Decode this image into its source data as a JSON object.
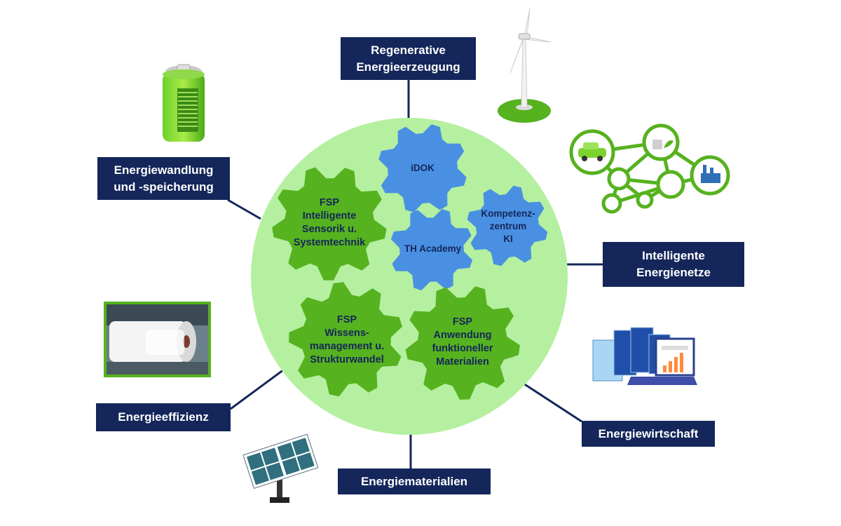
{
  "diagram": {
    "circle_color": "#b4f0a0",
    "box_color": "#14265a",
    "gear_green": "#56b21f",
    "gear_blue": "#4a90e2",
    "labels": {
      "regenerative": [
        "Regenerative",
        "Energieerzeugung"
      ],
      "speicherung": [
        "Energiewandlung",
        "und -speicherung"
      ],
      "netze": [
        "Intelligente",
        "Energienetze"
      ],
      "effizienz": [
        "Energieeffizienz"
      ],
      "wirtschaft": [
        "Energiewirtschaft"
      ],
      "materialien": [
        "Energiematerialien"
      ]
    },
    "gears": {
      "idok": [
        "iDOK"
      ],
      "kompetenz": [
        "Kompetenz-",
        "zentrum",
        "KI"
      ],
      "academy": [
        "TH Academy"
      ],
      "sensorik": [
        "FSP",
        "Intelligente",
        "Sensorik u.",
        "Systemtechnik"
      ],
      "wissen": [
        "FSP",
        "Wissens-",
        "management u.",
        "Strukturwandel"
      ],
      "materialien": [
        "FSP",
        "Anwendung",
        "funktioneller",
        "Materialien"
      ]
    },
    "icons": [
      "wind-turbine-icon",
      "battery-icon",
      "smart-grid-icon",
      "paper-rolls-icon",
      "solar-laptop-icon",
      "solar-panel-icon"
    ]
  }
}
